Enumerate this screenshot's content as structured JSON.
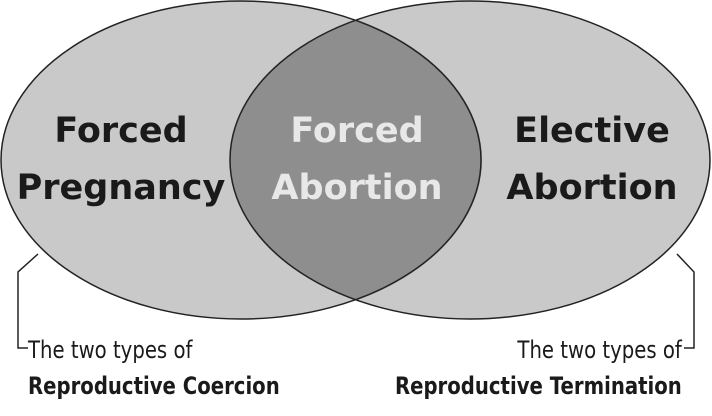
{
  "diagram": {
    "left_circle": {
      "line1": "Forced",
      "line2": "Pregnancy",
      "fill": "#c9c9c9",
      "text_color": "#1a1a1a"
    },
    "intersection": {
      "line1": "Forced",
      "line2": "Abortion",
      "fill": "#8e8e8e",
      "text_color": "#e8e8e8"
    },
    "right_circle": {
      "line1": "Elective",
      "line2": "Abortion",
      "fill": "#c9c9c9",
      "text_color": "#1a1a1a"
    },
    "outline_color": "#222222"
  },
  "captions": {
    "left": {
      "line1": "The two types of",
      "line2": "Reproductive Coercion"
    },
    "right": {
      "line1": "The two types of",
      "line2": "Reproductive Termination"
    }
  }
}
